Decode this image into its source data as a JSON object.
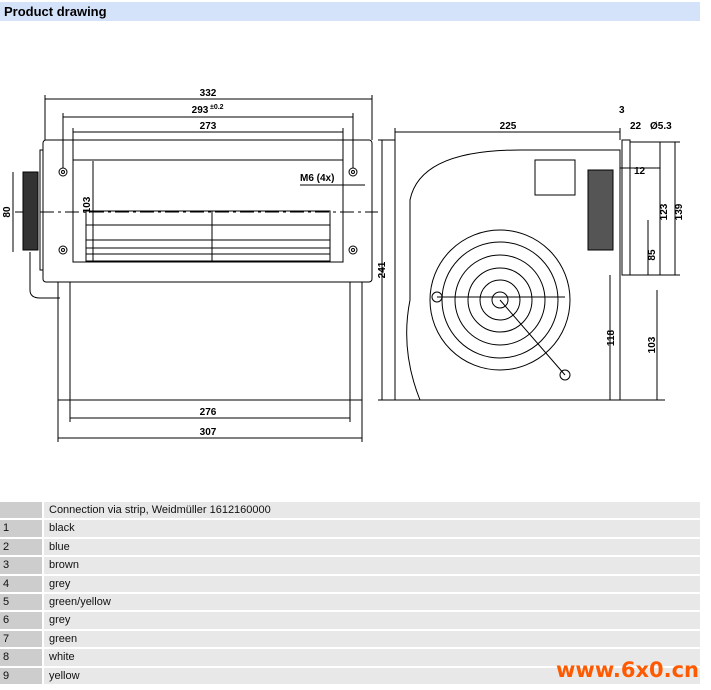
{
  "header": {
    "title": "Product drawing"
  },
  "drawing": {
    "front": {
      "d332": "332",
      "d293": "293",
      "d293_tol": "±0.2",
      "d273": "273",
      "d103": "103",
      "d80": "80",
      "m6": "M6 (4x)",
      "d276": "276",
      "d307": "307"
    },
    "side": {
      "d225": "225",
      "d241": "241",
      "d3": "3",
      "d22": "22",
      "d53": "Ø5.3",
      "d12": "12",
      "d123": "123",
      "d139": "139",
      "d85": "85",
      "d118": "118",
      "d103": "103"
    }
  },
  "table": {
    "title": "Connection via strip, Weidmüller 1612160000",
    "rows": [
      {
        "n": "1",
        "c": "black"
      },
      {
        "n": "2",
        "c": "blue"
      },
      {
        "n": "3",
        "c": "brown"
      },
      {
        "n": "4",
        "c": "grey"
      },
      {
        "n": "5",
        "c": "green/yellow"
      },
      {
        "n": "6",
        "c": "grey"
      },
      {
        "n": "7",
        "c": "green"
      },
      {
        "n": "8",
        "c": "white"
      },
      {
        "n": "9",
        "c": "yellow"
      }
    ]
  },
  "watermark": "www.6x0.cn"
}
